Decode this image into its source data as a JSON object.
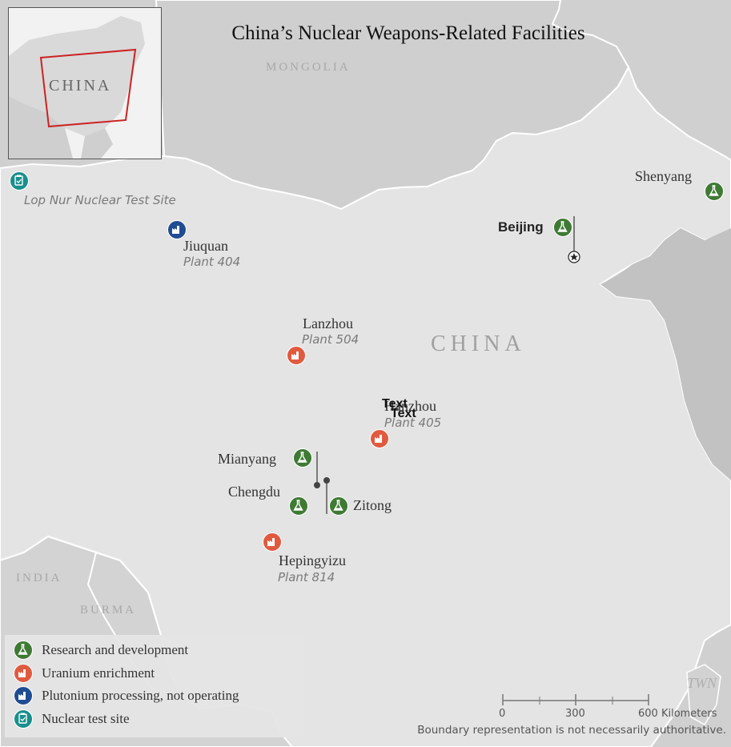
{
  "title": "China’s Nuclear Weapons-Related Facilities",
  "regions": {
    "mongolia": "MONGOLIA",
    "china": "CHINA",
    "india": "INDIA",
    "burma": "BURMA",
    "taiwan": "TWN"
  },
  "inset": {
    "label": "CHINA"
  },
  "sites": {
    "lop_nur": {
      "name": "Lop Nur Nuclear Test Site",
      "category": "nuclear-test-site"
    },
    "jiuquan": {
      "name": "Jiuquan",
      "plant": "Plant 404",
      "category": "plutonium-processing"
    },
    "lanzhou": {
      "name": "Lanzhou",
      "plant": "Plant 504",
      "category": "uranium-enrichment"
    },
    "hanzhong": {
      "name": "Hanzhou",
      "plant": "Plant 405",
      "category": "uranium-enrichment",
      "overlay_1": "Text",
      "overlay_2": "Text"
    },
    "beijing": {
      "name": "Beijing",
      "category": "research-and-development"
    },
    "shenyang": {
      "name": "Shenyang",
      "category": "research-and-development"
    },
    "mianyang": {
      "name": "Mianyang",
      "category": "research-and-development"
    },
    "chengdu": {
      "name": "Chengdu",
      "category": "research-and-development"
    },
    "zitong": {
      "name": "Zitong",
      "category": "research-and-development"
    },
    "hepingyizu": {
      "name": "Hepingyizu",
      "plant": "Plant 814",
      "category": "uranium-enrichment"
    }
  },
  "legend": [
    {
      "label": "Research and development",
      "color": "#3f7a34",
      "icon": "flask-icon"
    },
    {
      "label": "Uranium enrichment",
      "color": "#e05a3f",
      "icon": "factory-icon"
    },
    {
      "label": "Plutonium processing, not operating",
      "color": "#1f4c92",
      "icon": "factory-icon"
    },
    {
      "label": "Nuclear test site",
      "color": "#1a8f8c",
      "icon": "clipboard-icon"
    }
  ],
  "scale": {
    "ticks": [
      "0",
      "300",
      "600 Kilometers"
    ]
  },
  "disclaimer": "Boundary representation is not necessarily authoritative.",
  "colors": {
    "land": "#e3e3e3",
    "sea": "#c4c4c4",
    "neighbor": "#d2d2d2"
  }
}
